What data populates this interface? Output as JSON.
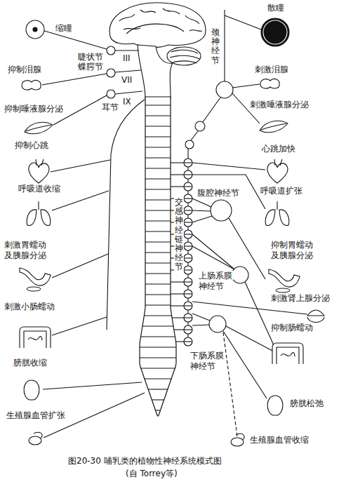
{
  "diagram": {
    "caption": "图20-30 哺乳类的植物性神经系统模式图",
    "labels": [
      "缩瞳",
      "散瞳",
      "睫状节",
      "III",
      "蝶腭节",
      "VII",
      "IX",
      "耳节",
      "颈神经节",
      "抑制泪腺",
      "刺激泪腺",
      "抑制唾液腺分泌",
      "刺激唾液腺分泌",
      "抑制心跳",
      "心跳加快",
      "呼吸道收缩",
      "呼吸道扩张",
      "腹腔神经节",
      "交感神经链神经节",
      "刺激胃蠕动及胰腺分泌",
      "抑制胃蠕动及胰腺分泌",
      "上肠系膜神经节",
      "刺激肾上腺分泌",
      "刺激小肠蠕动",
      "抑制肠蠕动",
      "下肠系膜神经节",
      "膀胱收缩",
      "膀胱松弛",
      "生殖腺血管扩张",
      "生殖腺血管收缩",
      "(自 Torrey等)"
    ]
  }
}
